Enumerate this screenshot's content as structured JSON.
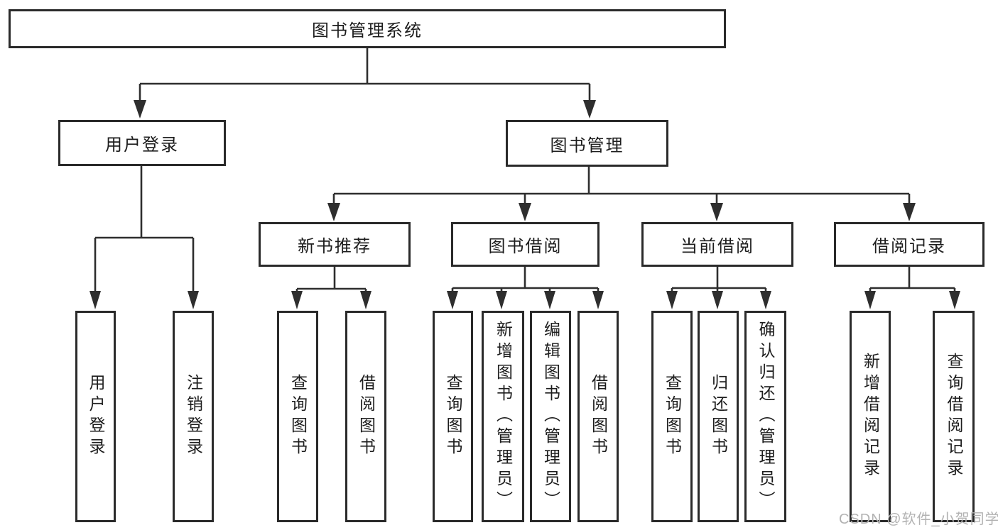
{
  "root": {
    "label": "图书管理系统"
  },
  "level2": {
    "user_login": {
      "label": "用户登录"
    },
    "book_management": {
      "label": "图书管理"
    }
  },
  "level3": {
    "new_book_recommend": {
      "label": "新书推荐"
    },
    "book_borrow": {
      "label": "图书借阅"
    },
    "current_borrow": {
      "label": "当前借阅"
    },
    "borrow_record": {
      "label": "借阅记录"
    }
  },
  "leaves": {
    "user_login": {
      "label": "用户登录"
    },
    "logout": {
      "label": "注销登录"
    },
    "recommend_query_book": {
      "label": "查询图书"
    },
    "recommend_borrow_book": {
      "label": "借阅图书"
    },
    "borrow_query_book": {
      "label": "查询图书"
    },
    "add_book_admin": {
      "label": "新增图书（管理员）"
    },
    "edit_book_admin": {
      "label": "编辑图书（管理员）"
    },
    "borrow_borrow_book": {
      "label": "借阅图书"
    },
    "current_query_book": {
      "label": "查询图书"
    },
    "return_book": {
      "label": "归还图书"
    },
    "confirm_return_admin": {
      "label": "确认归还（管理员）"
    },
    "add_borrow_record": {
      "label": "新增借阅记录"
    },
    "query_borrow_record": {
      "label": "查询借阅记录"
    }
  },
  "watermark": {
    "text": "CSDN @软件_小贺同学"
  },
  "colors": {
    "line": "#2e2e2e",
    "box_border": "#2a2a2a",
    "text": "#1d1d1d",
    "background": "#ffffff",
    "watermark": "#b2b2b2"
  }
}
